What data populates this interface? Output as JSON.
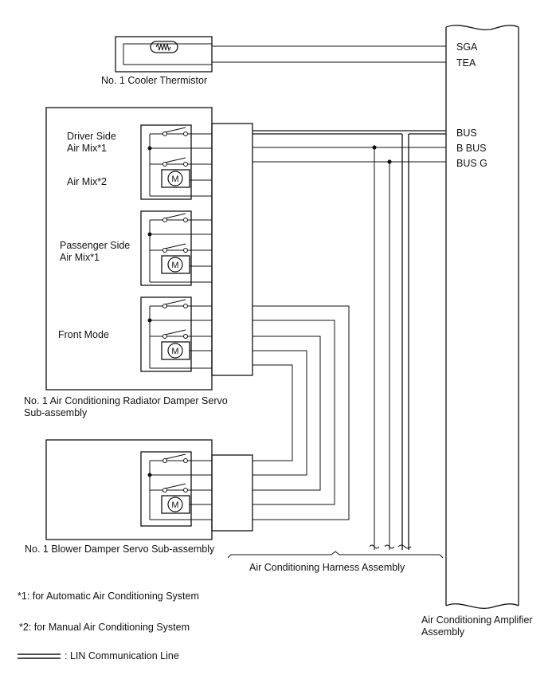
{
  "components": {
    "thermistor": {
      "label": "No. 1 Cooler Thermistor"
    },
    "radiator_damper_servo": {
      "label": "No. 1 Air Conditioning Radiator Damper Servo\nSub-assembly",
      "sections": {
        "driver_side": "Driver Side\nAir Mix*1",
        "air_mix": "Air Mix*2",
        "passenger_side": "Passenger Side\nAir Mix*1",
        "front_mode": "Front Mode"
      }
    },
    "blower_damper_servo": {
      "label": "No. 1 Blower Damper Servo Sub-assembly"
    },
    "amplifier": {
      "label": "Air Conditioning Amplifier\nAssembly",
      "terminals": [
        "SGA",
        "TEA",
        "BUS",
        "B BUS",
        "BUS G"
      ]
    },
    "harness": {
      "label": "Air Conditioning Harness Assembly"
    },
    "motor_symbol": "M"
  },
  "notes": {
    "note1": "*1: for Automatic Air Conditioning System",
    "note2": "*2: for Manual Air Conditioning System"
  },
  "legend": {
    "lin_label": ": LIN Communication Line"
  }
}
